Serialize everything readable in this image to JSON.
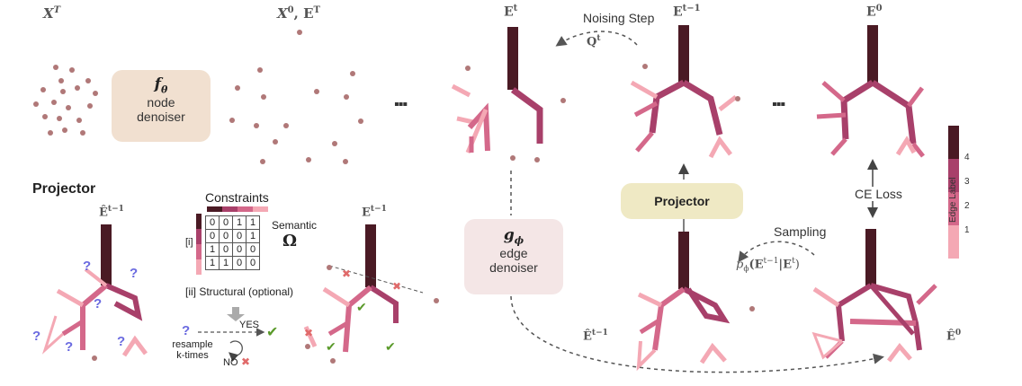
{
  "top_labels": {
    "xT": "X",
    "xT_sup": "T",
    "x0": "X",
    "x0_sup": "0",
    "eT": "E",
    "eT_sup": "T",
    "et": "E",
    "et_sup": "t",
    "et1": "E",
    "et1_sup": "t−1",
    "e0": "E",
    "e0_sup": "0"
  },
  "node_denoiser": {
    "symbol": "f",
    "symbol_sub": "θ",
    "line1": "node",
    "line2": "denoiser"
  },
  "edge_denoiser": {
    "symbol": "g",
    "symbol_sub": "ϕ",
    "line1": "edge",
    "line2": "denoiser"
  },
  "noising": {
    "label": "Noising Step",
    "q": "Q",
    "q_sup": "t"
  },
  "ellipsis": "▪▪▪",
  "projector_box": {
    "label": "Projector"
  },
  "ce_loss": "CE Loss",
  "sampling": {
    "label": "Sampling",
    "formula": "p",
    "formula_sub": "ϕ",
    "formula_rest": "(E",
    "formula_sup1": "t−1",
    "formula_mid": "|E",
    "formula_sup2": "t",
    "formula_end": ")"
  },
  "hat_et1": "Ê",
  "hat_et1_sup": "t−1",
  "hat_e0": "Ê",
  "hat_e0_sup": "0",
  "projector_panel": {
    "title": "Projector",
    "left_label": "Ê",
    "left_label_sup": "t−1",
    "right_label": "E",
    "right_label_sup": "t−1",
    "constraints_title": "Constraints",
    "item_i": "[i]",
    "semantic": "Semantic",
    "omega": "Ω",
    "matrix": [
      [
        0,
        0,
        1,
        1
      ],
      [
        0,
        0,
        0,
        1
      ],
      [
        1,
        0,
        0,
        0
      ],
      [
        1,
        1,
        0,
        0
      ]
    ],
    "item_ii": "[ii] Structural (optional)",
    "yes": "YES",
    "no": "NO",
    "resample_line1": "resample",
    "resample_line2": "k-times",
    "question": "?",
    "check": "✔",
    "cross": "✖"
  },
  "legend": {
    "title": "Edge Label",
    "ticks": [
      "4",
      "3",
      "2",
      "1"
    ],
    "colors": [
      "#4a1a24",
      "#a8406a",
      "#d4688a",
      "#f4a8b4"
    ]
  }
}
